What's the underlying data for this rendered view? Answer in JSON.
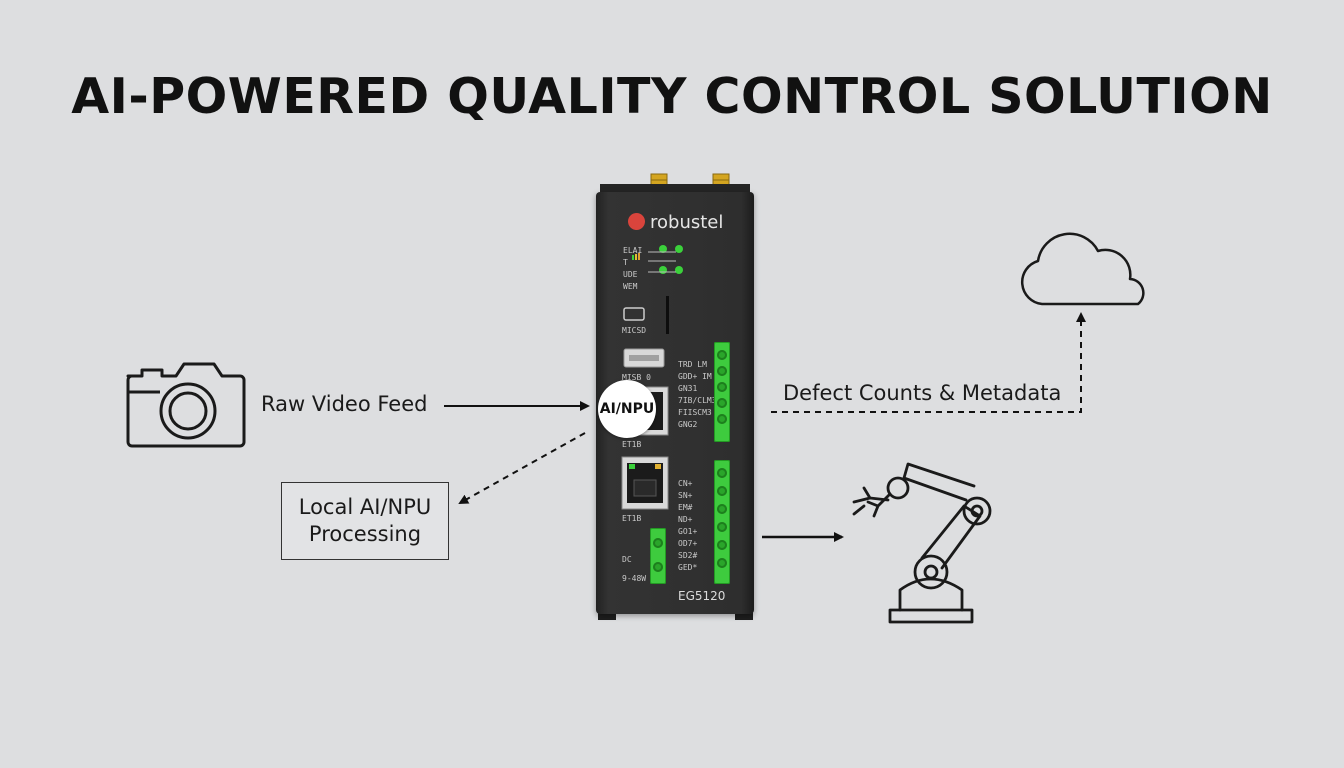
{
  "title": "AI-POWERED QUALITY CONTROL SOLUTION",
  "labels": {
    "raw_video_feed": "Raw Video Feed",
    "defect_counts": "Defect Counts & Metadata",
    "local_processing_line1": "Local AI/NPU",
    "local_processing_line2": "Processing"
  },
  "device": {
    "brand": "robustel",
    "model": "EG5120",
    "badge": "AI/NPU",
    "led_labels": [
      "ELAI",
      "T",
      "UDE",
      "WEM"
    ],
    "port_labels": {
      "sd": "MICSD",
      "usb": "MISB 0",
      "eth1": "ET1B",
      "eth2": "ET1B",
      "dc": "DC",
      "power": "9-48W"
    },
    "terminal1_labels": [
      "TRD LM",
      "GDD+ IM",
      "GN31",
      "7IB/CLM3",
      "FIISCM3",
      "GNG2"
    ],
    "terminal2_labels": [
      "CN+",
      "SN+",
      "EM#",
      "ND+",
      "GO1+",
      "OD7+",
      "SD2#",
      "GED*"
    ]
  },
  "icons": [
    "camera-icon",
    "cloud-icon",
    "robot-arm-icon"
  ],
  "colors": {
    "background": "#dddee0",
    "device_body": "#2e2e2e",
    "terminal_green": "#3ecb3e",
    "led_green": "#3bd13b",
    "brand_red": "#d9443c",
    "antenna_gold": "#d4a520"
  }
}
